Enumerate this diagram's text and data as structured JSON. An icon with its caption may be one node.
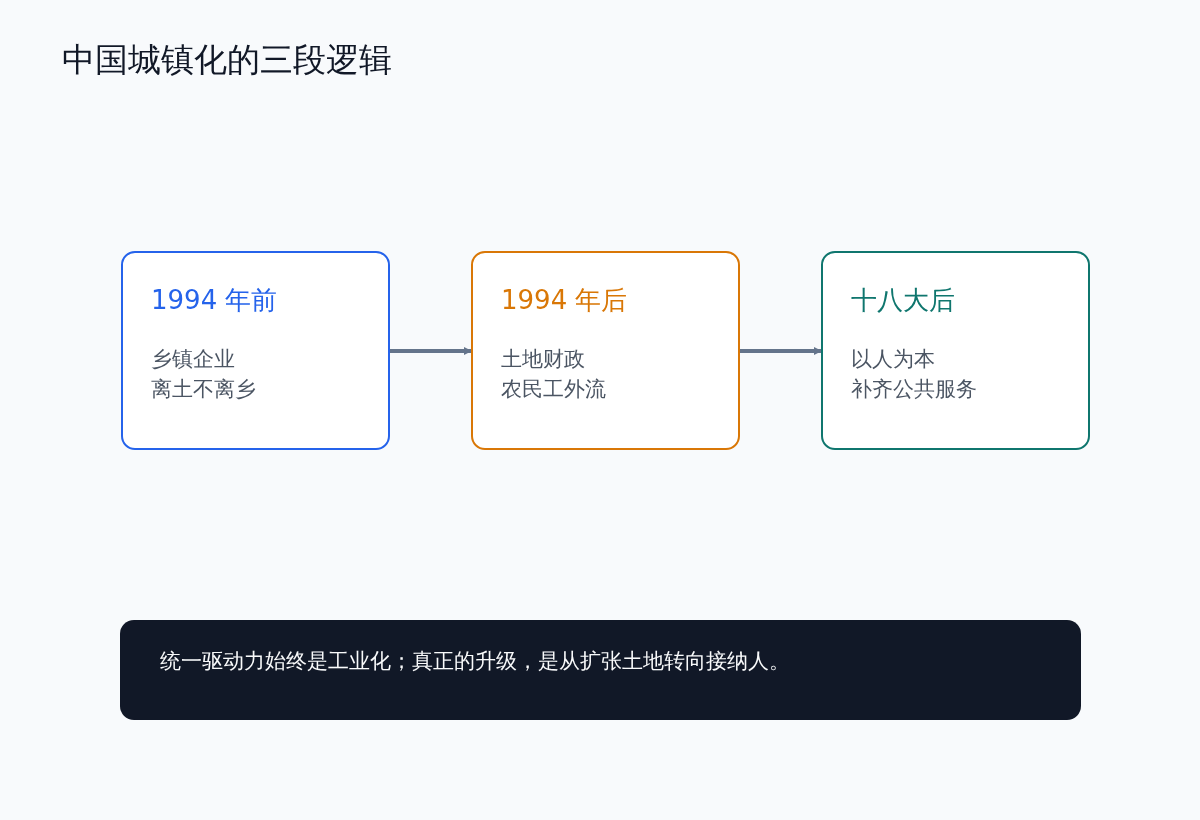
{
  "diagram": {
    "title": "中国城镇化的三段逻辑",
    "nodes": [
      {
        "text": [
          "1994 年前",
          "乡镇企业",
          "离土不离乡"
        ]
      },
      {
        "text": [
          "1994 年后",
          "土地财政",
          "农民工外流"
        ]
      },
      {
        "text": [
          "十八大后",
          "以人为本",
          "补齐公共服务"
        ]
      },
      {
        "text": [
          "统一驱动力始终是工业化；真正的升级，是从扩张土地转向接纳人。"
        ]
      }
    ],
    "edges": [
      {
        "from": 0,
        "to": 1,
        "arrow": "to"
      },
      {
        "from": 1,
        "to": 2,
        "arrow": "to"
      }
    ]
  }
}
